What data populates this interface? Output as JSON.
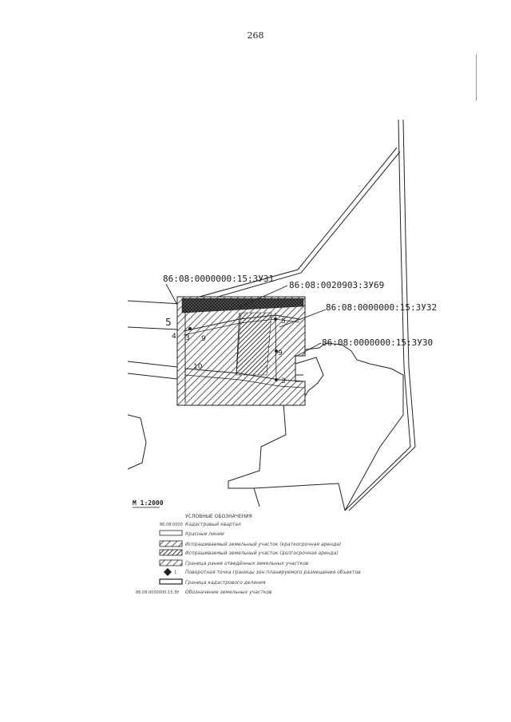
{
  "page": {
    "number": "268"
  },
  "map": {
    "scale": "М 1:2000",
    "parcels": [
      {
        "id": "p1",
        "label": "86:08:0000000:15:ЗУ31"
      },
      {
        "id": "p2",
        "label": "86:08:0020903:ЗУ69"
      },
      {
        "id": "p3",
        "label": "86:08:0000000:15:ЗУ32"
      },
      {
        "id": "p4",
        "label": "86:08:0000000:15:ЗУ30"
      }
    ],
    "points": [
      "5",
      "4",
      "3",
      "9",
      "5",
      "9",
      "3",
      "10"
    ]
  },
  "legend": {
    "title": "УСЛОВНЫЕ ОБОЗНАЧЕНИЯ",
    "items": [
      {
        "sample": "86:08:0000",
        "text": "Кадастровый квартал"
      },
      {
        "sample": "",
        "text": "Красные линии"
      },
      {
        "sample": "",
        "text": "Испрашиваемый земельный участок (краткосрочная аренда)"
      },
      {
        "sample": "",
        "text": "Испрашиваемый земельный участок (долгосрочная аренда)"
      },
      {
        "sample": "",
        "text": "Граница ранее отведённых земельных участков"
      },
      {
        "sample": "1",
        "text": "Поворотная точка границы зон планируемого размещения объектов"
      },
      {
        "sample": "",
        "text": "Граница кадастрового деления"
      },
      {
        "sample": "86:08:0000000:15:ЗУ",
        "text": "Обозначение земельных участков"
      }
    ]
  },
  "colors": {
    "line": "#222222",
    "hatch": "#333333",
    "paper": "#ffffff"
  }
}
